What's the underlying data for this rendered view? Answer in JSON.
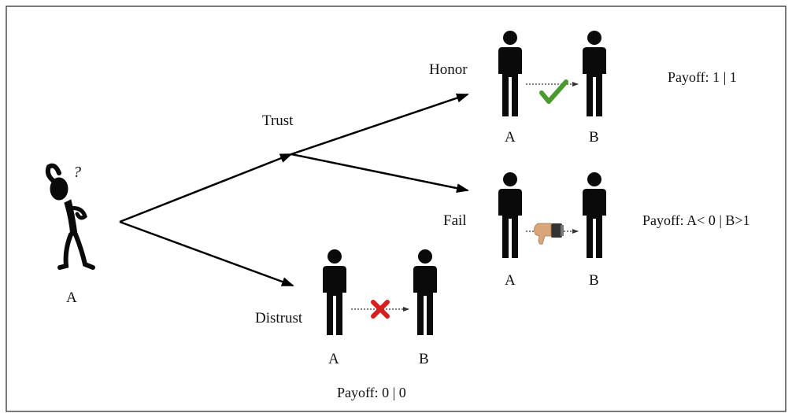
{
  "diagram": {
    "decision_maker": {
      "label": "A",
      "icon": "thinking-stick-figure-icon",
      "question_mark": "?"
    },
    "branches": {
      "trust": {
        "label": "Trust"
      },
      "distrust": {
        "label": "Distrust"
      }
    },
    "outcomes": {
      "honor": {
        "label": "Honor",
        "left_person": "A",
        "right_person": "B",
        "symbol": "green-checkmark-icon",
        "payoff": "Payoff: 1 | 1"
      },
      "fail": {
        "label": "Fail",
        "left_person": "A",
        "right_person": "B",
        "symbol": "thumbs-down-icon",
        "payoff": "Payoff:  A< 0 | B>1"
      },
      "distrust": {
        "left_person": "A",
        "right_person": "B",
        "symbol": "red-x-icon",
        "payoff": "Payoff: 0 | 0"
      }
    },
    "colors": {
      "check": "#4a9a2f",
      "cross": "#d62020",
      "hand": "#d9a57a",
      "figure": "#0a0a0a"
    }
  }
}
